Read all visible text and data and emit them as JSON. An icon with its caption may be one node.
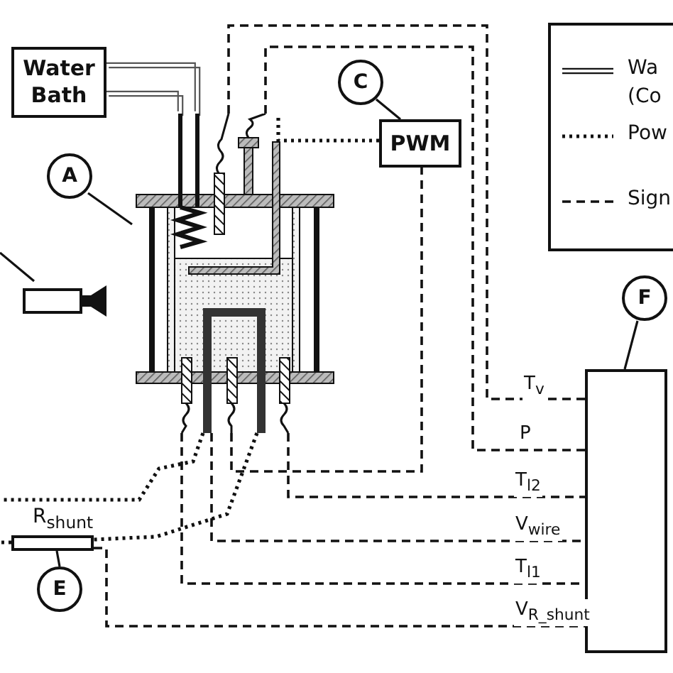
{
  "diagram": {
    "nodes": [
      {
        "text": [
          "Water Bath"
        ]
      },
      {
        "text": [
          "PWM"
        ]
      },
      {
        "text": [],
        "shape": "box"
      },
      {
        "text": [
          "A"
        ]
      },
      {
        "text": [
          "C"
        ]
      },
      {
        "text": [
          "E"
        ]
      },
      {
        "text": [
          "F"
        ]
      },
      {
        "text": [],
        "shape": "picture"
      },
      {
        "text": [],
        "shape": "box",
        "beside": [
          "R$_{shunt}$"
        ]
      },
      {
        "text": [],
        "shape": "camera"
      }
    ],
    "edges": [
      {
        "from": 3,
        "to": 7,
        "arrow": "none"
      },
      {
        "from": 4,
        "to": 1,
        "arrow": "none"
      },
      {
        "from": 5,
        "to": 8,
        "arrow": "none"
      },
      {
        "from": 6,
        "to": 2,
        "arrow": "none"
      },
      {
        "from": null,
        "to": 9,
        "arrow": "none"
      },
      {
        "from": 0,
        "to": 7,
        "arrow": "none",
        "color": "#555555"
      },
      {
        "from": 0,
        "to": 7,
        "arrow": "none",
        "color": "#555555"
      },
      {
        "from": 1,
        "to": 7,
        "arrow": "none",
        "style": "dashed"
      },
      {
        "from": 7,
        "to": null,
        "arrow": "none",
        "style": "dashed"
      },
      {
        "from": 7,
        "to": 8,
        "arrow": "none",
        "style": "dashed"
      },
      {
        "from": 8,
        "to": null,
        "arrow": "none",
        "style": "dashed"
      },
      {
        "from": 7,
        "to": 2,
        "arrow": "none",
        "style": "dashed",
        "label": "T$_{v}$"
      },
      {
        "from": 7,
        "to": 2,
        "arrow": "none",
        "style": "dashed",
        "label": "P"
      },
      {
        "from": 7,
        "to": 1,
        "arrow": "none",
        "style": "dashed"
      },
      {
        "from": 7,
        "to": 2,
        "arrow": "none",
        "style": "dashed",
        "label": "T$_{l2}$"
      },
      {
        "from": 7,
        "to": 2,
        "arrow": "none",
        "style": "dashed",
        "label": "V$_{wire}$"
      },
      {
        "from": 7,
        "to": 2,
        "arrow": "none",
        "style": "dashed",
        "label": "T$_{l1}$"
      },
      {
        "from": 8,
        "to": 2,
        "arrow": "none",
        "style": "dashed",
        "label": "V$_{R_shunt}$"
      }
    ],
    "legend": [
      {
        "text": "Wa (Co"
      },
      {
        "text": "Pow"
      },
      {
        "text": "Sign"
      }
    ]
  }
}
